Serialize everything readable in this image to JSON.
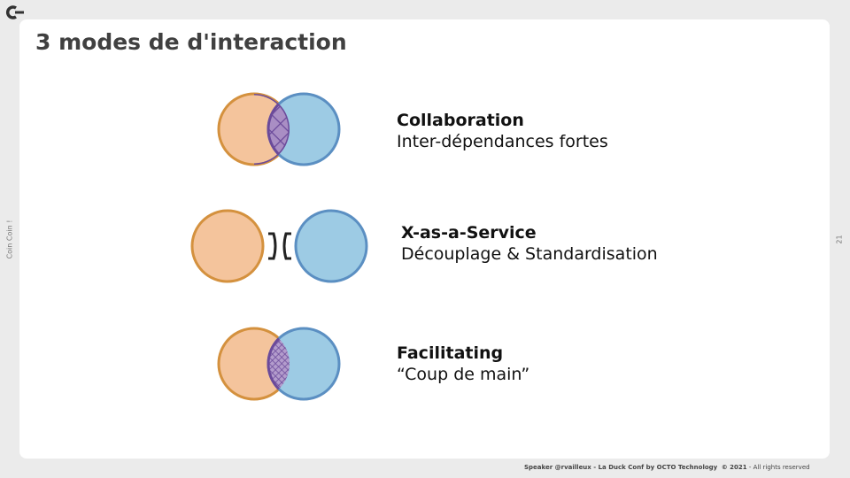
{
  "title": "3 modes de d'interaction",
  "side_left": "Coin Coin !",
  "page_number": "21",
  "footer": {
    "speaker": "Speaker @rvailleux - La Duck Conf by OCTO Technology",
    "copyright": "© 2021",
    "rights": "- All rights reserved"
  },
  "modes": [
    {
      "heading": "Collaboration",
      "sub": "Inter-dépendances fortes"
    },
    {
      "heading": "X-as-a-Service",
      "sub": "Découplage & Standardisation"
    },
    {
      "heading": "Facilitating",
      "sub": "“Coup de main”"
    }
  ],
  "colors": {
    "orange": "#f4c49c",
    "orange_stroke": "#d4913e",
    "blue": "#9dcbe4",
    "blue_stroke": "#5b8fc2",
    "purple": "#a98ec4",
    "purple_stroke": "#6b4a9a"
  }
}
